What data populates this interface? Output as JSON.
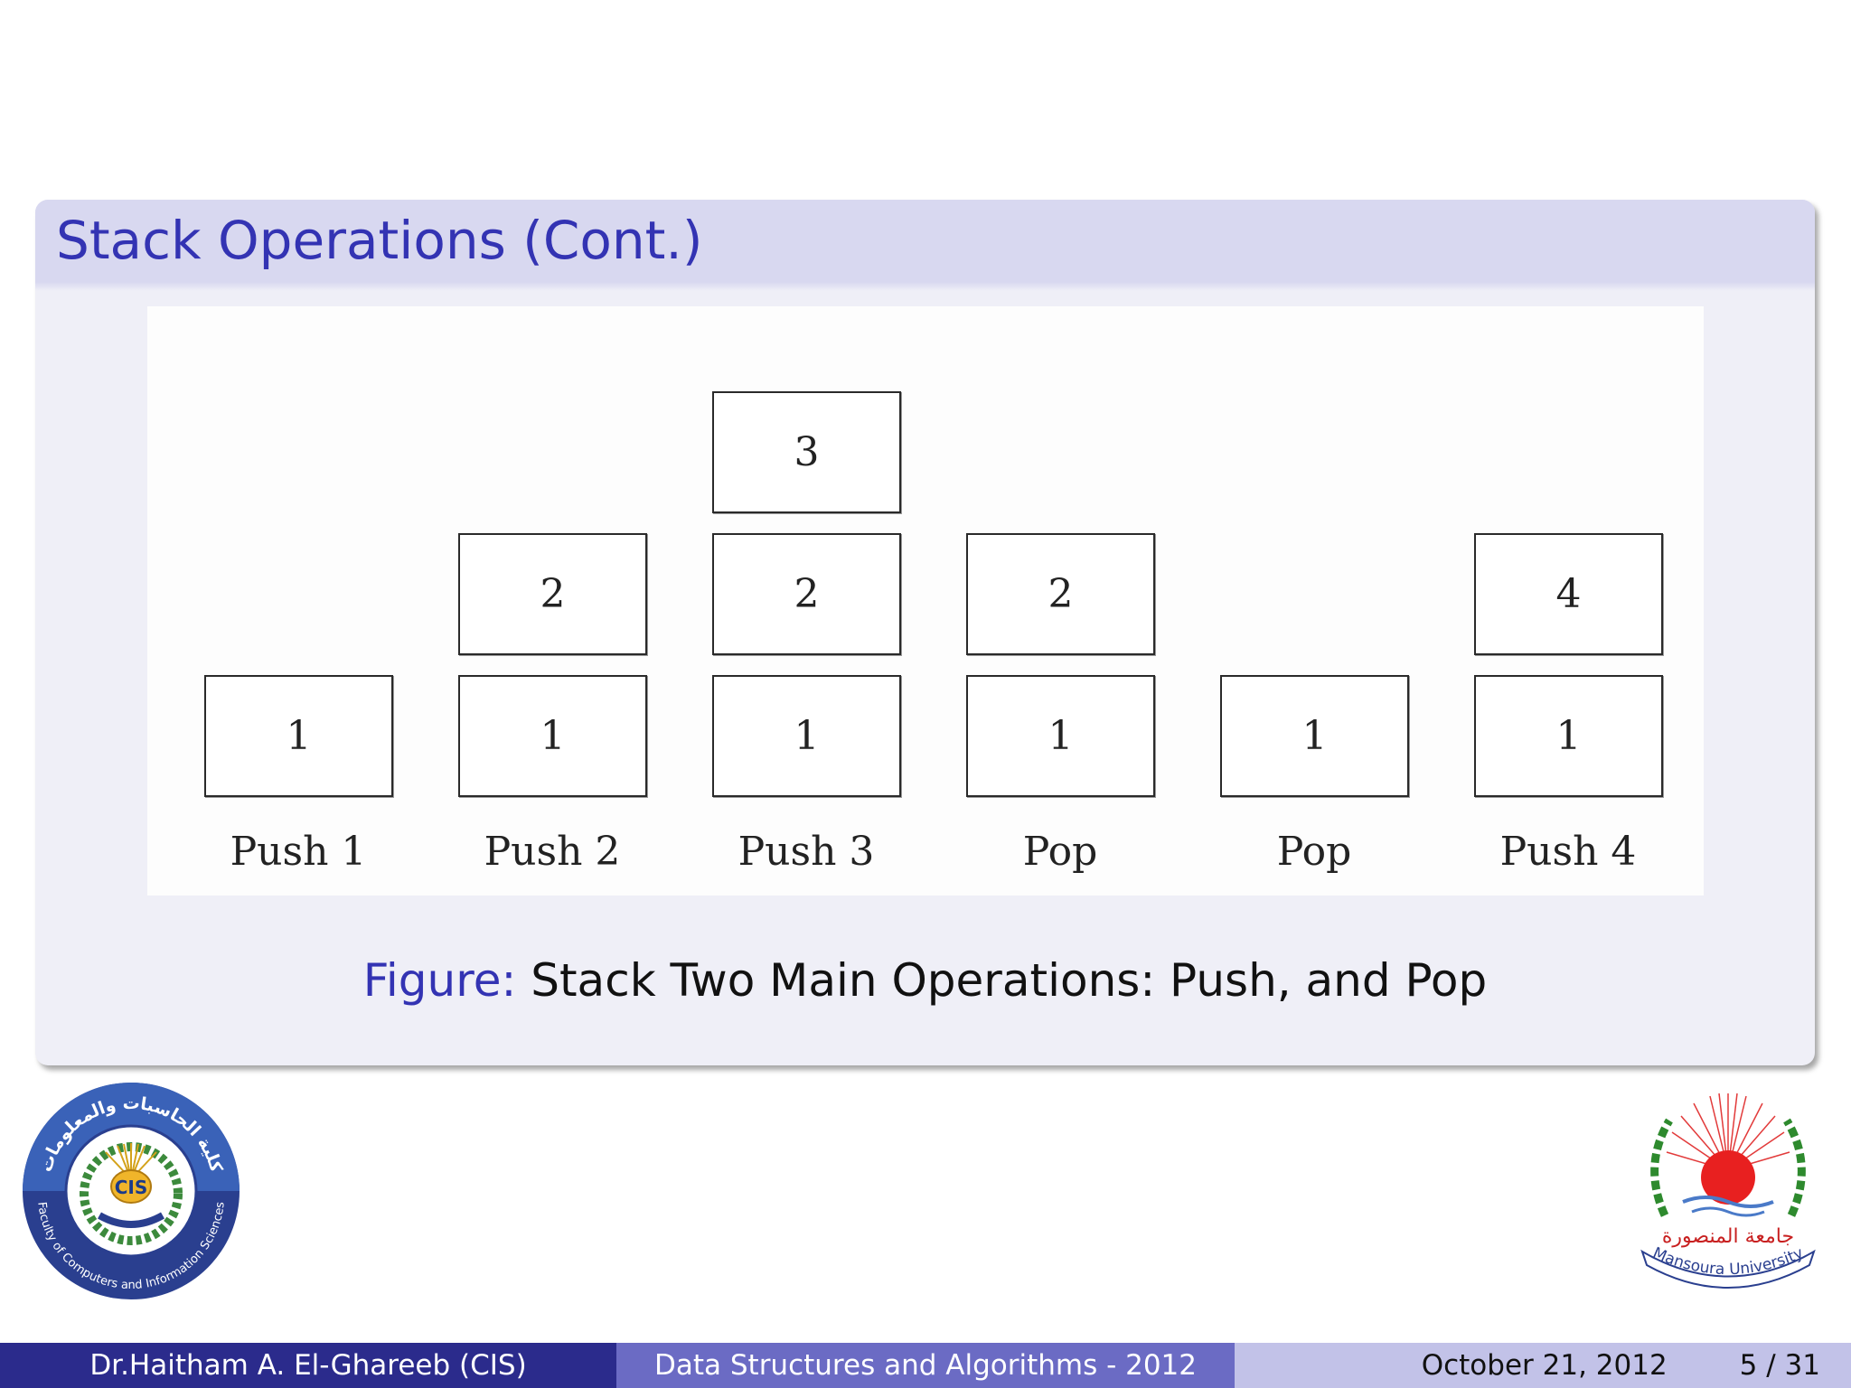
{
  "block": {
    "title": "Stack Operations (Cont.)"
  },
  "diagram": {
    "stacks": [
      {
        "label": "Push 1",
        "items": [
          "1"
        ]
      },
      {
        "label": "Push 2",
        "items": [
          "1",
          "2"
        ]
      },
      {
        "label": "Push 3",
        "items": [
          "1",
          "2",
          "3"
        ]
      },
      {
        "label": "Pop",
        "items": [
          "1",
          "2"
        ]
      },
      {
        "label": "Pop",
        "items": [
          "1"
        ]
      },
      {
        "label": "Push 4",
        "items": [
          "1",
          "4"
        ]
      }
    ]
  },
  "caption": {
    "prefix": "Figure:",
    "text": "Stack Two Main Operations: Push, and Pop"
  },
  "logos": {
    "left": "Faculty of Computers and Information Sciences",
    "left_arabic": "كلية الحاسبات والمعلومات",
    "left_badge": "CIS",
    "right": "Mansoura University",
    "right_arabic": "جامعة المنصورة"
  },
  "footer": {
    "author": "Dr.Haitham A. El-Ghareeb  (CIS)",
    "course": "Data Structures and Algorithms - 2012",
    "date": "October 21, 2012",
    "page": "5 / 31"
  },
  "colors": {
    "title_text": "#3333b3",
    "title_bar": "#d8d8f0",
    "block_body": "#efeff7",
    "footer_dark": "#2b2b8c",
    "footer_mid": "#6b6bc4",
    "footer_light": "#c2c2e8"
  }
}
